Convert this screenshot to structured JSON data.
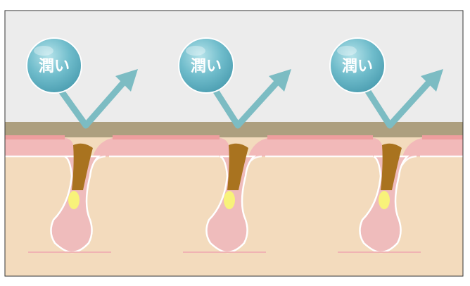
{
  "bubbles": [
    {
      "label": "潤い"
    },
    {
      "label": "潤い"
    },
    {
      "label": "潤い"
    }
  ],
  "colors": {
    "sky": "#ececec",
    "sebum_film": "#ad9f7f",
    "skin_surface": "#f2b9b9",
    "skin_top": "#ee9e9e",
    "dermis": "#f3dbbd",
    "follicle": "#efbcbc",
    "plug": "#a9731f",
    "sebaceous": "#f8f27a",
    "arrow": "#7cbcc3",
    "bubble": "#6db8c7"
  }
}
